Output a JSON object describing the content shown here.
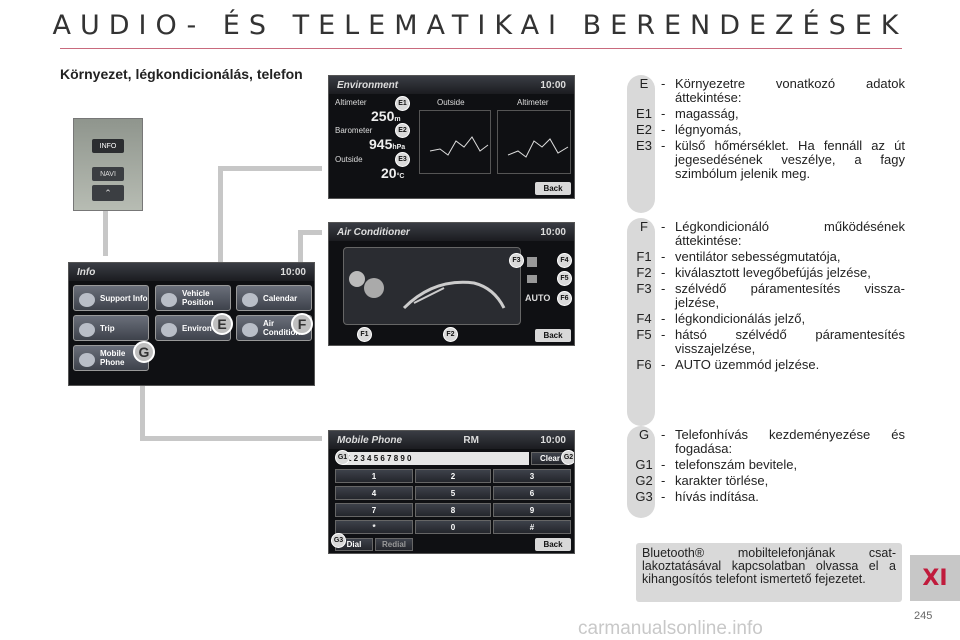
{
  "header": {
    "title": "AUDIO- ÉS TELEMATIKAI BERENDEZÉSEK"
  },
  "section": {
    "title": "Környezet, légkondicionálás, telefon"
  },
  "control_panel": {
    "info_btn": "INFO",
    "navi_btn": "NAVI"
  },
  "info_screen": {
    "title": "Info",
    "clock": "10:00",
    "tiles": [
      "Support Info",
      "Vehicle Position",
      "Calendar",
      "Trip",
      "Environ",
      "Air Condition",
      "Mobile Phone"
    ],
    "callouts": [
      "E",
      "F",
      "G"
    ]
  },
  "env_screen": {
    "title": "Environment",
    "clock": "10:00",
    "altimeter_label": "Altimeter",
    "altimeter_value": "250",
    "altimeter_unit": "m",
    "barometer_label": "Barometer",
    "barometer_value": "945",
    "barometer_unit": "hPa",
    "outside_label": "Outside",
    "outside_value": "20",
    "outside_unit": "°C",
    "graph1_title": "Outside",
    "graph2_title": "Altimeter",
    "back": "Back",
    "callouts": [
      "E1",
      "E2",
      "E3"
    ]
  },
  "ac_screen": {
    "title": "Air Conditioner",
    "clock": "10:00",
    "auto": "AUTO",
    "back": "Back",
    "callouts": [
      "F1",
      "F2",
      "F3",
      "F4",
      "F5",
      "F6"
    ]
  },
  "phone_screen": {
    "title": "Mobile Phone",
    "clock": "10:00",
    "network": "RM",
    "number": "1 2 3 4 5 6 7 8 9 0",
    "clear": "Clear",
    "keys": [
      "1",
      "2",
      "3",
      "4",
      "5",
      "6",
      "7",
      "8",
      "9",
      "*",
      "0",
      "#"
    ],
    "dial": "Dial",
    "redial": "Redial",
    "back": "Back",
    "callouts": [
      "G1",
      "G2",
      "G3"
    ]
  },
  "legend": {
    "E": [
      {
        "code": "E",
        "text": "Környezetre vonatkozó adatok áttekintése:"
      },
      {
        "code": "E1",
        "text": "magasság,"
      },
      {
        "code": "E2",
        "text": "légnyomás,"
      },
      {
        "code": "E3",
        "text": "külső hőmérséklet. Ha fennáll az út jegesedésének veszélye, a fagy szimbólum jelenik meg."
      }
    ],
    "F": [
      {
        "code": "F",
        "text": "Légkondicionáló működésének áttekintése:"
      },
      {
        "code": "F1",
        "text": "ventilátor sebességmutatója,"
      },
      {
        "code": "F2",
        "text": "kiválasztott levegőbefújás jelzése,"
      },
      {
        "code": "F3",
        "text": "szélvédő páramentesítés vissza-jelzése,"
      },
      {
        "code": "F4",
        "text": "légkondicionálás jelző,"
      },
      {
        "code": "F5",
        "text": "hátsó szélvédő páramentesítés visszajelzése,"
      },
      {
        "code": "F6",
        "text": "AUTO üzemmód jelzése."
      }
    ],
    "G": [
      {
        "code": "G",
        "text": "Telefonhívás kezdeményezése és fogadása:"
      },
      {
        "code": "G1",
        "text": "telefonszám bevitele,"
      },
      {
        "code": "G2",
        "text": "karakter törlése,"
      },
      {
        "code": "G3",
        "text": "hívás indítása."
      }
    ]
  },
  "note": "Bluetooth® mobiltelefonjának csat-lakoztatásával kapcsolatban olvassa el a kihangosítós telefont ismertető fejezetet.",
  "chapter": "XI",
  "page_number": "245",
  "watermark": "carmanualsonline.info"
}
